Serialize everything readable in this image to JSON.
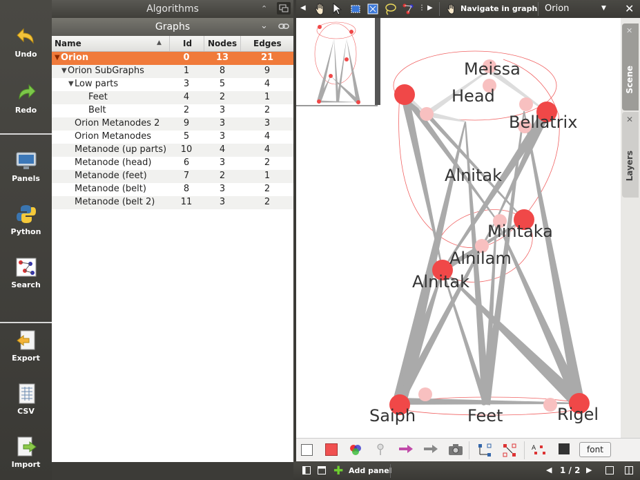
{
  "sidebar": {
    "items": [
      {
        "label": "Undo",
        "icon": "undo-arrow-icon"
      },
      {
        "label": "Redo",
        "icon": "redo-arrow-icon"
      },
      {
        "label": "Panels",
        "icon": "monitor-icon"
      },
      {
        "label": "Python",
        "icon": "python-logo-icon"
      },
      {
        "label": "Search",
        "icon": "search-graph-icon"
      },
      {
        "label": "Export",
        "icon": "export-icon"
      },
      {
        "label": "CSV",
        "icon": "csv-sheet-icon"
      },
      {
        "label": "Import",
        "icon": "import-icon"
      }
    ]
  },
  "algorithms_panel": {
    "title": "Algorithms"
  },
  "graphs_panel": {
    "title": "Graphs",
    "columns": [
      "Name",
      "Id",
      "Nodes",
      "Edges"
    ],
    "rows": [
      {
        "name": "Orion",
        "id": "0",
        "nodes": "13",
        "edges": "21",
        "expander": "▼",
        "indent": 0,
        "selected": true
      },
      {
        "name": "Orion SubGraphs",
        "id": "1",
        "nodes": "8",
        "edges": "9",
        "expander": "▼",
        "indent": 1
      },
      {
        "name": "Low parts",
        "id": "3",
        "nodes": "5",
        "edges": "4",
        "expander": "▼",
        "indent": 2
      },
      {
        "name": "Feet",
        "id": "4",
        "nodes": "2",
        "edges": "1",
        "expander": "",
        "indent": 3
      },
      {
        "name": "Belt",
        "id": "2",
        "nodes": "3",
        "edges": "2",
        "expander": "",
        "indent": 3
      },
      {
        "name": "Orion Metanodes 2",
        "id": "9",
        "nodes": "3",
        "edges": "3",
        "expander": "",
        "indent": 1
      },
      {
        "name": "Orion Metanodes",
        "id": "5",
        "nodes": "3",
        "edges": "4",
        "expander": "",
        "indent": 1
      },
      {
        "name": "Metanode (up parts)",
        "id": "10",
        "nodes": "4",
        "edges": "4",
        "expander": "",
        "indent": 1
      },
      {
        "name": "Metanode (head)",
        "id": "6",
        "nodes": "3",
        "edges": "2",
        "expander": "",
        "indent": 1
      },
      {
        "name": "Metanode (feet)",
        "id": "7",
        "nodes": "2",
        "edges": "1",
        "expander": "",
        "indent": 1
      },
      {
        "name": "Metanode (belt)",
        "id": "8",
        "nodes": "3",
        "edges": "2",
        "expander": "",
        "indent": 1
      },
      {
        "name": "Metanode (belt 2)",
        "id": "11",
        "nodes": "3",
        "edges": "2",
        "expander": "",
        "indent": 1
      }
    ]
  },
  "graph_toolbar": {
    "interactor": "Navigate in graph",
    "graph_selector": "Orion"
  },
  "graph_view": {
    "node_labels": [
      "Meissa",
      "Head",
      "Bellatrix",
      "Alnitak",
      "Mintaka",
      "Alnilam",
      "Alnitak",
      "Saiph",
      "Feet",
      "Rigel"
    ],
    "colors": {
      "node": "#f04848",
      "node_light": "#f8c0c0",
      "edge": "#aaaaaa",
      "metanode_outline": "#f06060",
      "selection": "#f07a3a"
    }
  },
  "right_dock": {
    "tabs": [
      "Scene",
      "Layers"
    ]
  },
  "bottom_toolbar": {
    "font_button": "font"
  },
  "status_bar": {
    "add_panel": "Add panel",
    "page": "1 / 2"
  }
}
